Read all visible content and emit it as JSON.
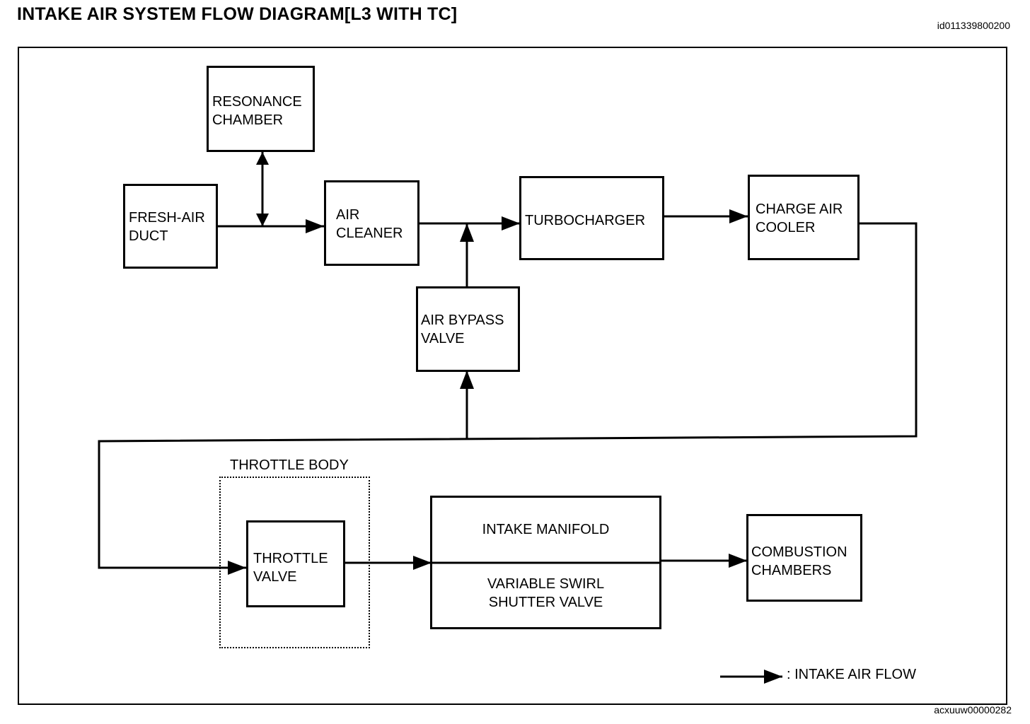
{
  "title": "INTAKE AIR SYSTEM FLOW DIAGRAM[L3 WITH TC]",
  "doc_id": "id011339800200",
  "figure_id": "acxuuw00000282",
  "components": {
    "resonance_chamber": "RESONANCE\nCHAMBER",
    "fresh_air_duct": "FRESH-AIR\nDUCT",
    "air_cleaner": "AIR\nCLEANER",
    "turbocharger": "TURBOCHARGER",
    "charge_air_cooler": "CHARGE AIR\nCOOLER",
    "air_bypass_valve": "AIR  BYPASS\nVALVE",
    "throttle_body": "THROTTLE BODY",
    "throttle_valve": "THROTTLE\nVALVE",
    "intake_manifold": "INTAKE MANIFOLD",
    "variable_swirl_shutter_valve": "VARIABLE SWIRL\nSHUTTER VALVE",
    "combustion_chambers": "COMBUSTION\nCHAMBERS"
  },
  "legend": {
    "intake_air_flow": ": INTAKE AIR FLOW"
  }
}
